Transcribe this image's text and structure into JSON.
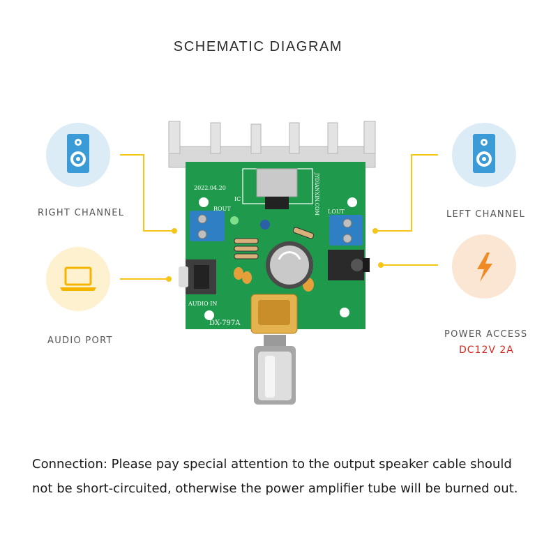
{
  "title": "SCHEMATIC DIAGRAM",
  "labels": {
    "right_channel": "RIGHT CHANNEL",
    "left_channel": "LEFT CHANNEL",
    "audio_port": "AUDIO PORT",
    "power_access": "POWER ACCESS",
    "power_spec": "DC12V 2A"
  },
  "board_silk": {
    "date": "2022.04.20",
    "ic": "IC",
    "rout": "ROUT",
    "lout": "LOUT",
    "audio_in": "AUDIO IN",
    "model": "DX-797A",
    "brand": "JYDIANXIN.COM"
  },
  "note": "Connection: Please pay special attention to the output speaker cable should not be short-circuited, otherwise the power amplifier tube will be burned out.",
  "colors": {
    "connector_line": "#f5c518",
    "speaker_icon": "#3a9bd6",
    "power_icon": "#f08a24",
    "laptop_icon": "#f5b400",
    "warning_text": "#d6281f",
    "pcb": "#1f9a4c"
  },
  "icons": [
    "speaker-icon",
    "speaker-icon",
    "laptop-icon",
    "lightning-icon"
  ]
}
